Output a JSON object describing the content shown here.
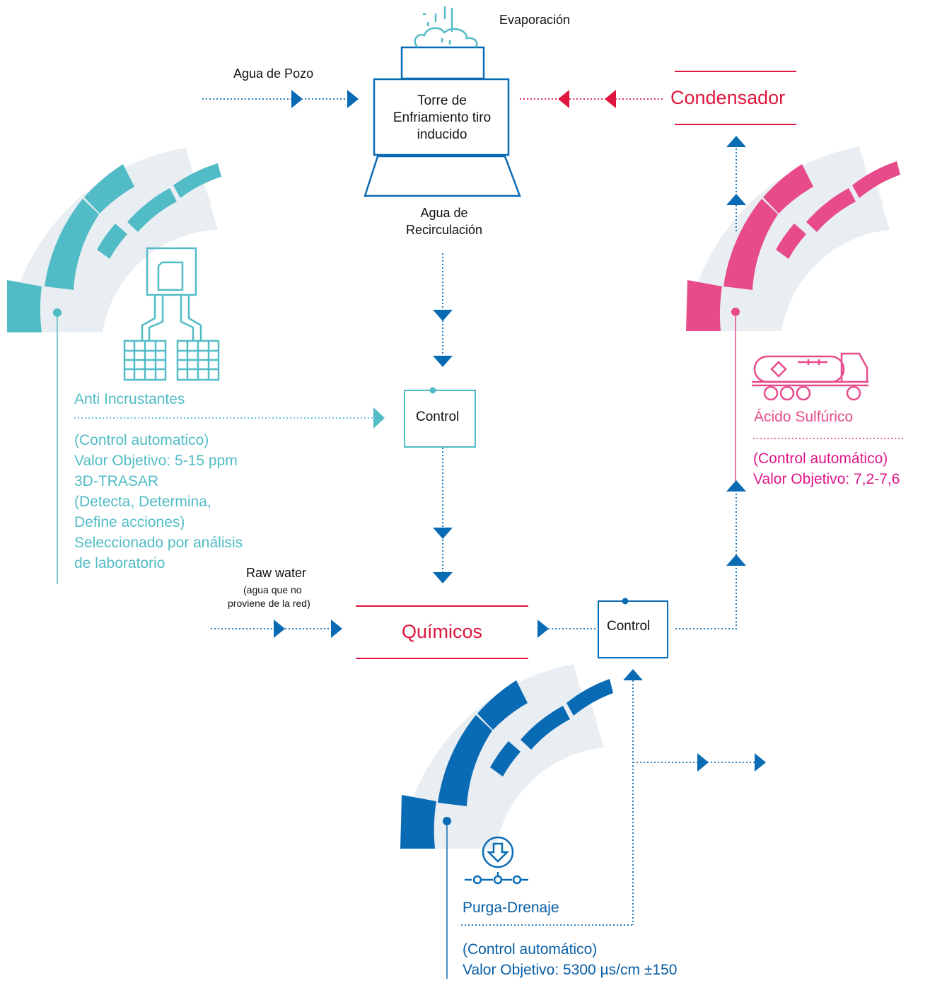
{
  "colors": {
    "teal": "#52bcc6",
    "pink": "#e84b8a",
    "red": "#e0163e",
    "blue": "#0a6bb5",
    "dark_blue": "#085ea6",
    "light_gray": "#e9eef3",
    "text": "#111111"
  },
  "top": {
    "evaporation": "Evaporación",
    "well_water": "Agua de Pozo",
    "tower_label": "Torre de Enfriamiento tiro inducido",
    "recirculation": "Agua de Recirculación",
    "condenser": "Condensador"
  },
  "anti_scale": {
    "title": "Anti Incrustantes",
    "lines": [
      "(Control automatico)",
      "Valor Objetivo: 5-15 ppm",
      "3D-TRASAR",
      "(Detecta, Determina,",
      "Define acciones)",
      "Seleccionado por análisis",
      "de laboratorio"
    ],
    "icon": "3d-trasar-controller-icon"
  },
  "acid": {
    "title": "Ácido Sulfúrico",
    "lines": [
      "(Control automático)",
      "Valor Objetivo: 7,2-7,6"
    ],
    "icon": "tanker-truck-icon"
  },
  "purge": {
    "title": "Purga-Drenaje",
    "lines": [
      "(Control automático)",
      "Valor Objetivo: 5300 µs/cm ±150"
    ],
    "icon": "drain-valve-icon"
  },
  "middle": {
    "control_top": "Control",
    "raw_water": "Raw water",
    "raw_water_note_1": "(agua que no",
    "raw_water_note_2": "proviene de la red)",
    "chemicals": "Químicos",
    "control_bottom": "Control"
  }
}
